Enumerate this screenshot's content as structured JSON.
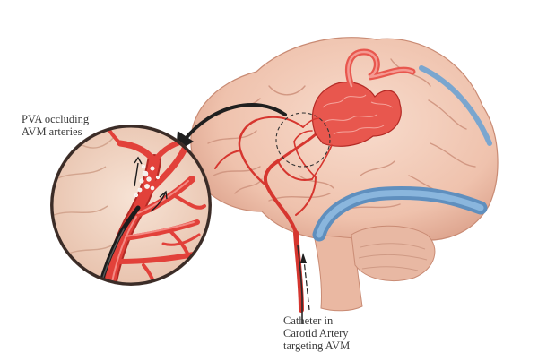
{
  "labels": {
    "pva": [
      "PVA occluding",
      "AVM arteries"
    ],
    "catheter": [
      "Catheter in",
      "Carotid Artery",
      "targeting AVM"
    ]
  },
  "colors": {
    "brain": "#f1c7b3",
    "brain_dark": "#d9a28c",
    "cerebellum": "#e8b8a3",
    "vessel_red": "#e2413a",
    "vessel_dark": "#b42a25",
    "vein_blue": "#6f9fc9",
    "inset_bg": "#f2d9c8",
    "catheter": "#2b2b2b",
    "pva": "#f4f0ec"
  }
}
